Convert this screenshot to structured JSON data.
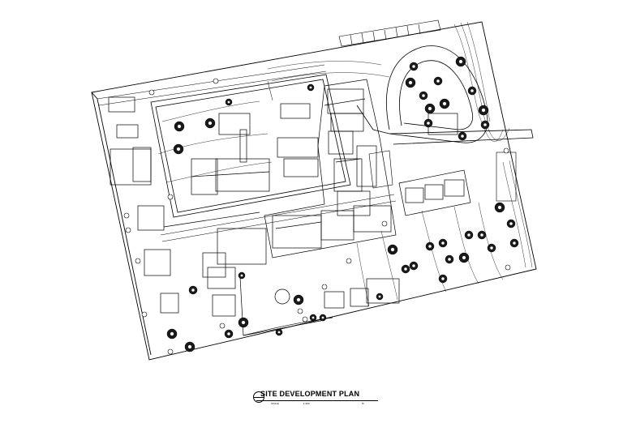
{
  "plan": {
    "title": "SITE DEVELOPMENT PLAN",
    "scale_label": "SCALE",
    "scale_value": "1:400",
    "scale_unit": "M"
  },
  "colors": {
    "ink": "#000000",
    "tree": "#1a1a1a",
    "paper": "#ffffff"
  },
  "icons": {
    "tree": "filled-circle",
    "title_marker": "circle-with-line"
  }
}
